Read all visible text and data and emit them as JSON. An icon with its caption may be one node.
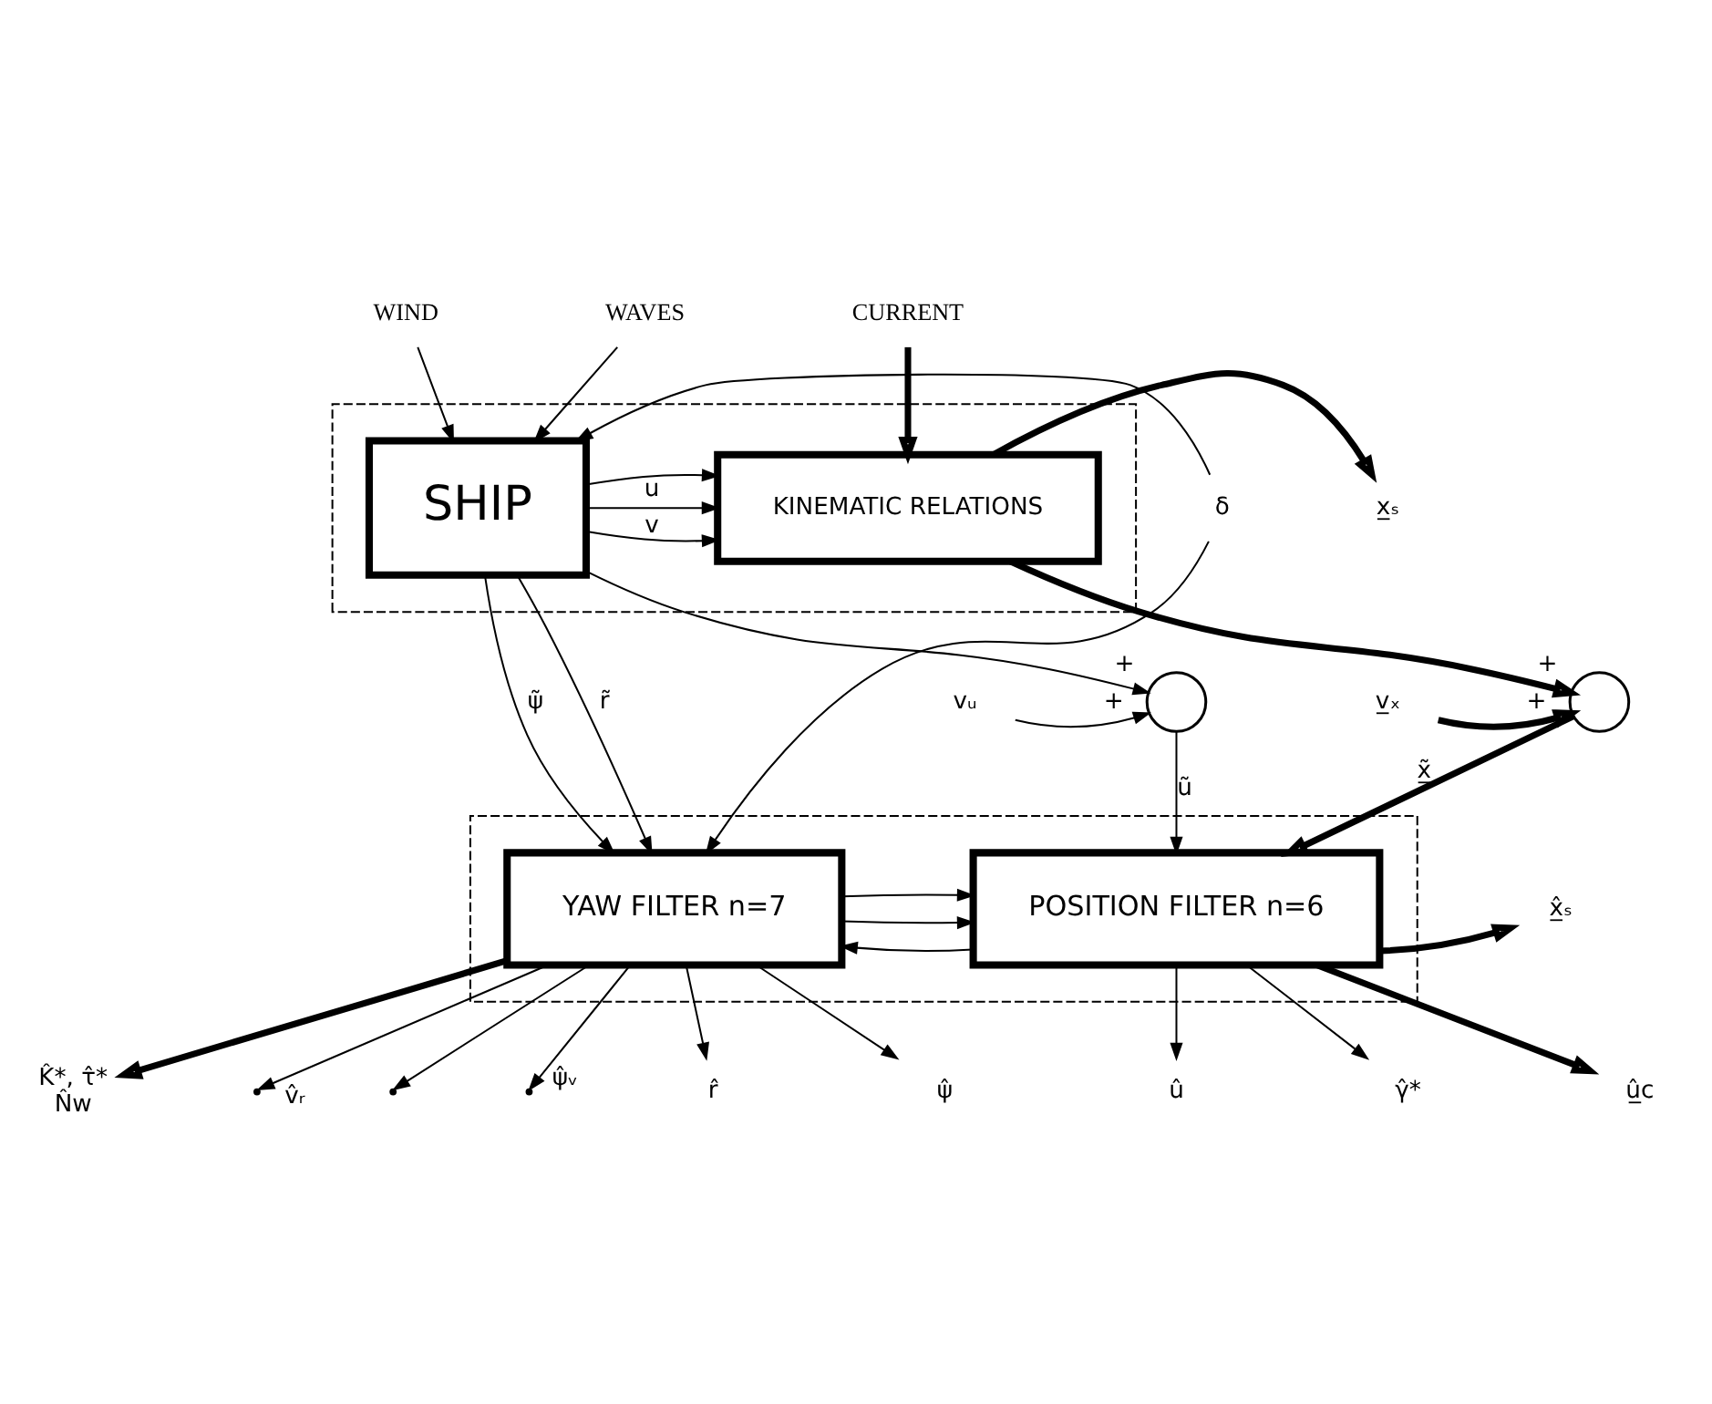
{
  "diagram": {
    "nodes": [
      {
        "text": [
          "WIND"
        ]
      },
      {
        "text": [
          "WAVES"
        ]
      },
      {
        "text": [
          "CURRENT"
        ]
      },
      {
        "text": [],
        "shape": "box"
      },
      {
        "text": [
          "SHIP"
        ],
        "in": 3
      },
      {
        "text": [
          "KINEMATIC RELATIONS"
        ],
        "in": 3
      },
      {
        "text": [
          "δ"
        ]
      },
      {
        "text": [
          "x̲ₛ"
        ]
      },
      {
        "text": [],
        "shape": "circle"
      },
      {
        "text": [
          "vᵤ"
        ]
      },
      {
        "text": [
          "v̲ₓ"
        ]
      },
      {
        "text": [],
        "shape": "circle"
      },
      {
        "text": [],
        "shape": "box"
      },
      {
        "text": [
          "YAW FILTER n=7"
        ],
        "in": 12
      },
      {
        "text": [
          "POSITION FILTER n=6"
        ],
        "in": 12
      },
      {
        "text": [
          "x̲̂ₛ"
        ]
      },
      {
        "text": [
          "K̂*, τ̂*",
          "N̂w"
        ]
      },
      {
        "text": [
          "r̂"
        ]
      },
      {
        "text": [
          "ψ̂"
        ]
      },
      {
        "text": [
          "û"
        ]
      },
      {
        "text": [
          "γ̂*"
        ]
      },
      {
        "text": [
          "û̲c"
        ]
      }
    ],
    "edges": [
      {
        "from": 0,
        "to": 4,
        "arrow": "to"
      },
      {
        "from": 1,
        "to": 4,
        "arrow": "to"
      },
      {
        "from": 2,
        "to": 5,
        "arrow": "to",
        "style": "thick"
      },
      {
        "from": 6,
        "to": 4,
        "arrow": "to"
      },
      {
        "from": 6,
        "to": 13,
        "arrow": "to"
      },
      {
        "from": 4,
        "to": 5,
        "arrow": "to",
        "label": "v"
      },
      {
        "from": 4,
        "to": 5,
        "arrow": "to",
        "label": "u"
      },
      {
        "from": 4,
        "to": 5,
        "arrow": "to"
      },
      {
        "from": 4,
        "to": 13,
        "arrow": "to",
        "label": "ψ̃"
      },
      {
        "from": 4,
        "to": 13,
        "arrow": "to",
        "label": "r̃"
      },
      {
        "from": 4,
        "to": 8,
        "arrow": "to",
        "label": "+"
      },
      {
        "from": 9,
        "to": 8,
        "arrow": "to",
        "label": "+"
      },
      {
        "from": 8,
        "to": 14,
        "arrow": "to",
        "label": "ũ"
      },
      {
        "from": 5,
        "to": 7,
        "arrow": "to",
        "style": "thick"
      },
      {
        "from": 5,
        "to": 11,
        "arrow": "to",
        "label": "+",
        "style": "thick"
      },
      {
        "from": 10,
        "to": 11,
        "arrow": "to",
        "label": "+",
        "style": "thick"
      },
      {
        "from": 11,
        "to": 14,
        "arrow": "to",
        "label": "x̲̃",
        "style": "thick"
      },
      {
        "from": 14,
        "to": 13,
        "arrow": "to"
      },
      {
        "from": 13,
        "to": 14,
        "arrow": "to"
      },
      {
        "from": 13,
        "to": 14,
        "arrow": "to"
      },
      {
        "from": 13,
        "to": 17,
        "arrow": "to"
      },
      {
        "from": 13,
        "to": 18,
        "arrow": "to"
      },
      {
        "from": 14,
        "to": 19,
        "arrow": "to"
      },
      {
        "from": 13,
        "to": 16,
        "arrow": "to",
        "style": "thick"
      },
      {
        "from": 13,
        "to": null,
        "arrow": "to",
        "label": "v̂ᵣ"
      },
      {
        "from": 13,
        "to": null,
        "arrow": "to"
      },
      {
        "from": 13,
        "to": null,
        "arrow": "to",
        "label": "ψ̂ᵥ"
      },
      {
        "from": 14,
        "to": 20,
        "arrow": "to"
      },
      {
        "from": 14,
        "to": 21,
        "arrow": "to",
        "style": "thick"
      },
      {
        "from": 14,
        "to": 15,
        "arrow": "to",
        "style": "thick"
      }
    ]
  }
}
